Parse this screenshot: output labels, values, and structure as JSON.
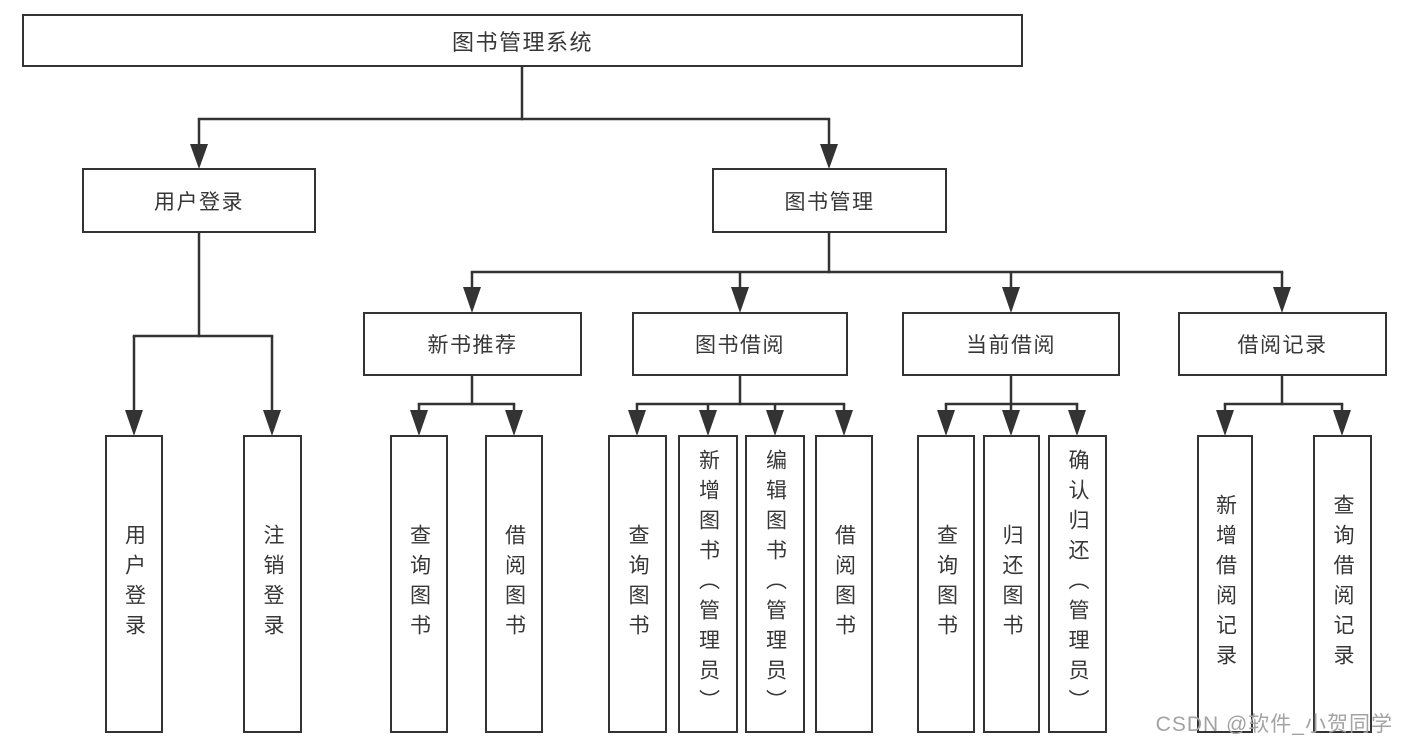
{
  "diagram": {
    "root": {
      "label": "图书管理系统"
    },
    "branches": [
      {
        "label": "用户登录",
        "children": [
          "用户登录",
          "注销登录"
        ]
      },
      {
        "label": "图书管理",
        "groups": [
          {
            "label": "新书推荐",
            "children": [
              "查询图书",
              "借阅图书"
            ]
          },
          {
            "label": "图书借阅",
            "children": [
              "查询图书",
              "新增图书（管理员）",
              "编辑图书（管理员）",
              "借阅图书"
            ]
          },
          {
            "label": "当前借阅",
            "children": [
              "查询图书",
              "归还图书",
              "确认归还（管理员）"
            ]
          },
          {
            "label": "借阅记录",
            "children": [
              "新增借阅记录",
              "查询借阅记录"
            ]
          }
        ]
      }
    ],
    "colors": {
      "line": "#333333",
      "text": "#373737",
      "background": "#ffffff",
      "watermark": "#a3a3a3"
    },
    "watermark": "CSDN @软件_小贺同学"
  }
}
